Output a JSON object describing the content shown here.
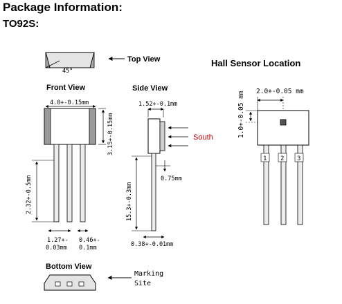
{
  "header": {
    "title": "Package Information:",
    "subtitle": "TO92S:"
  },
  "views": {
    "top": "Top View",
    "front": "Front View",
    "side": "Side View",
    "bottom": "Bottom View",
    "hall": "Hall Sensor Location"
  },
  "angle": "45°",
  "front_dims": {
    "width": "4.0+-0.15mm",
    "height": "3.15+-0.15mm",
    "lead_length": "2.32+-0.5mm",
    "pitch": "1.27+-",
    "pitch_tol": "0.03mm",
    "lead_width": "0.46+-",
    "lead_width_tol": "0.1mm"
  },
  "side_dims": {
    "thickness": "1.52+-0.1mm",
    "offset": "0.75mm",
    "lead_total": "15.3+-0.3mm",
    "lead_thickness": "0.38+-0.01mm",
    "south": "South"
  },
  "hall_dims": {
    "x": "2.0+-0.05 mm",
    "y": "1.0+-0.05 mm",
    "pins": [
      "1",
      "2",
      "3"
    ]
  },
  "marking": {
    "line1": "Marking",
    "line2": "Site"
  },
  "colors": {
    "south": "#cc0000",
    "body_fill": "#d9d9d9",
    "lead_fill": "#ececec"
  }
}
